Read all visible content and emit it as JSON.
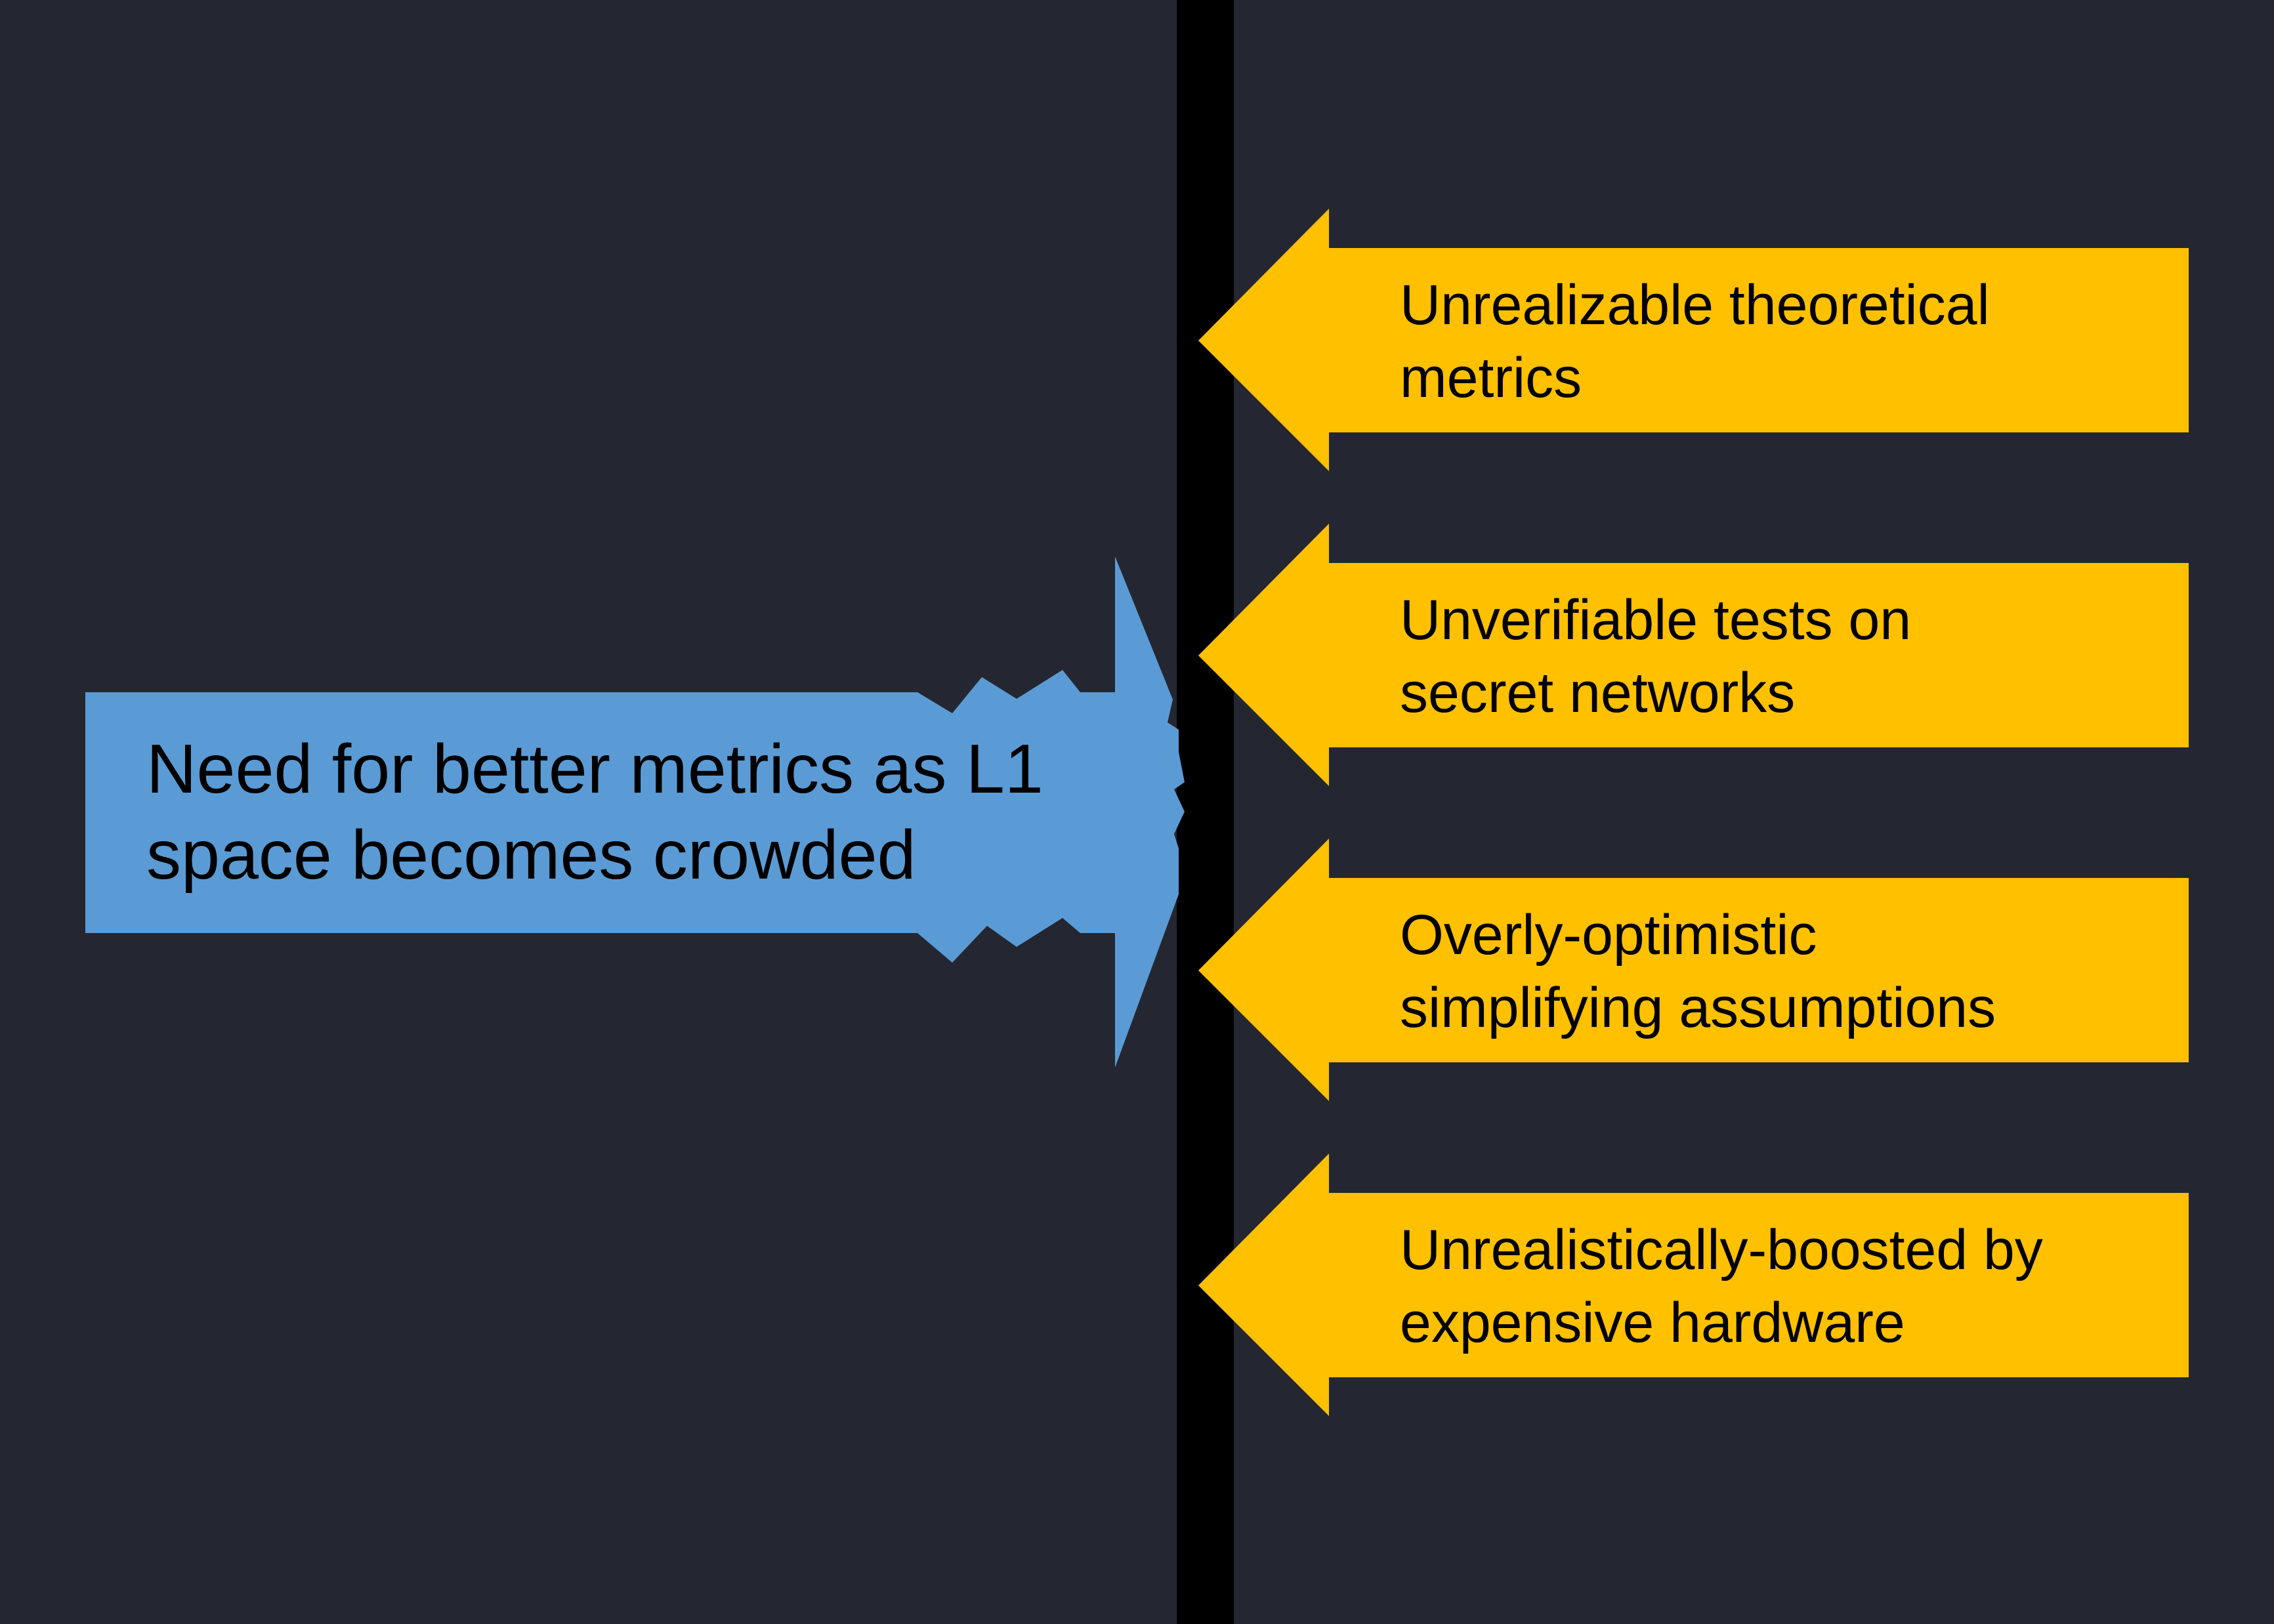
{
  "main_statement": {
    "lines": [
      "Need for better metrics as L1",
      "space becomes crowded"
    ]
  },
  "obstacles": [
    {
      "lines": [
        "Unrealizable theoretical",
        "metrics"
      ]
    },
    {
      "lines": [
        "Unverifiable tests on",
        "secret networks"
      ]
    },
    {
      "lines": [
        "Overly-optimistic",
        "simplifying assumptions"
      ]
    },
    {
      "lines": [
        "Unrealistically-boosted by",
        "expensive hardware"
      ]
    }
  ],
  "colors": {
    "background": "#242731",
    "main_arrow": "#5B9BD5",
    "obstacle_arrows": "#FFC000",
    "barrier": "#000000"
  }
}
